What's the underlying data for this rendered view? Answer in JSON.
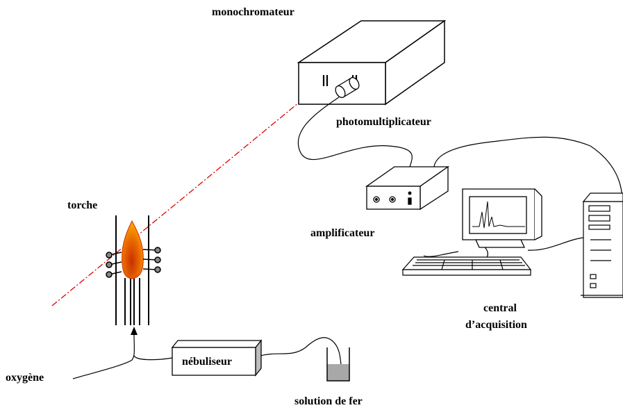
{
  "labels": {
    "monochromator": "monochromateur",
    "photomultiplier": "photomultiplicateur",
    "torch": "torche",
    "amplifier": "amplificateur",
    "acquisition_line1": "central",
    "acquisition_line2": "d’acquisition",
    "nebulizer": "nébuliseur",
    "oxygen": "oxygène",
    "iron_solution": "solution de fer"
  },
  "colors": {
    "laser_beam": "#e00000",
    "flame_outer": "#f59b00",
    "flame_inner": "#c83000",
    "solution_fill": "#a8a8a8",
    "outline": "#000000"
  }
}
